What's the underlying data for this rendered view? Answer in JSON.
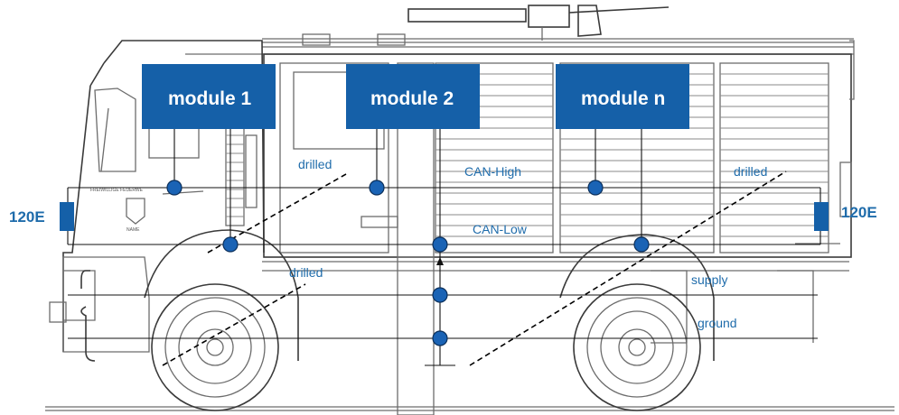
{
  "modules": [
    {
      "label": "module 1"
    },
    {
      "label": "module 2"
    },
    {
      "label": "module n"
    }
  ],
  "bus": {
    "can_high": "CAN-High",
    "can_low": "CAN-Low",
    "supply": "supply",
    "ground": "ground"
  },
  "annotations": {
    "drilled_1": "drilled",
    "drilled_2": "drilled",
    "drilled_3": "drilled"
  },
  "terminators": {
    "left": "120E",
    "right": "120E"
  },
  "truck_lettering": {
    "door_text": "FREIWILLIGE FEUERWE",
    "name_plate": "NAME"
  },
  "colors": {
    "module_fill": "#1560a8",
    "label_blue": "#1f6cab",
    "node_blue": "#1a63b5"
  }
}
